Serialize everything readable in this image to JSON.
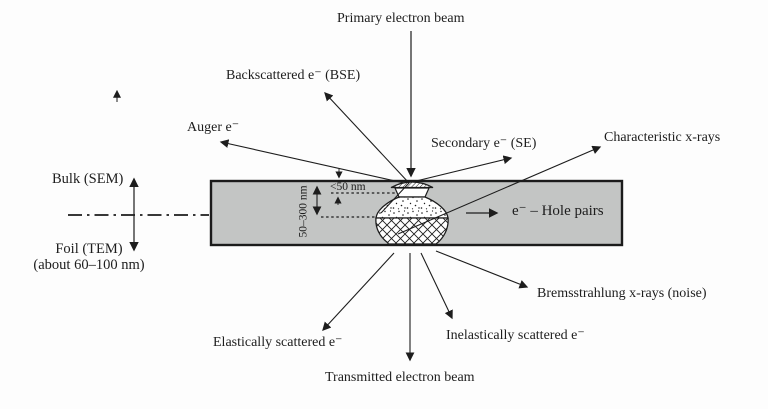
{
  "figure_type": "electron-beam-specimen-interaction-diagram",
  "colors": {
    "background": "#fdfdfd",
    "ink": "#1d1d1d",
    "specimen_fill": "#c3c5c4"
  },
  "labels": {
    "primary_beam": "Primary electron beam",
    "backscattered": "Backscattered e⁻ (BSE)",
    "auger": "Auger e⁻",
    "secondary": "Secondary e⁻ (SE)",
    "characteristic_xrays": "Characteristic x-rays",
    "bulk": "Bulk (SEM)",
    "foil": "Foil (TEM)",
    "foil_thickness": "(about 60–100 nm)",
    "depth_shallow": "<50 nm",
    "depth_range": "50–300 nm",
    "hole_pairs": "e⁻ – Hole pairs",
    "elastic": "Elastically scattered e⁻",
    "inelastic": "Inelastically scattered e⁻",
    "transmitted": "Transmitted electron beam",
    "bremsstrahlung": "Bremsstrahlung x-rays (noise)"
  }
}
